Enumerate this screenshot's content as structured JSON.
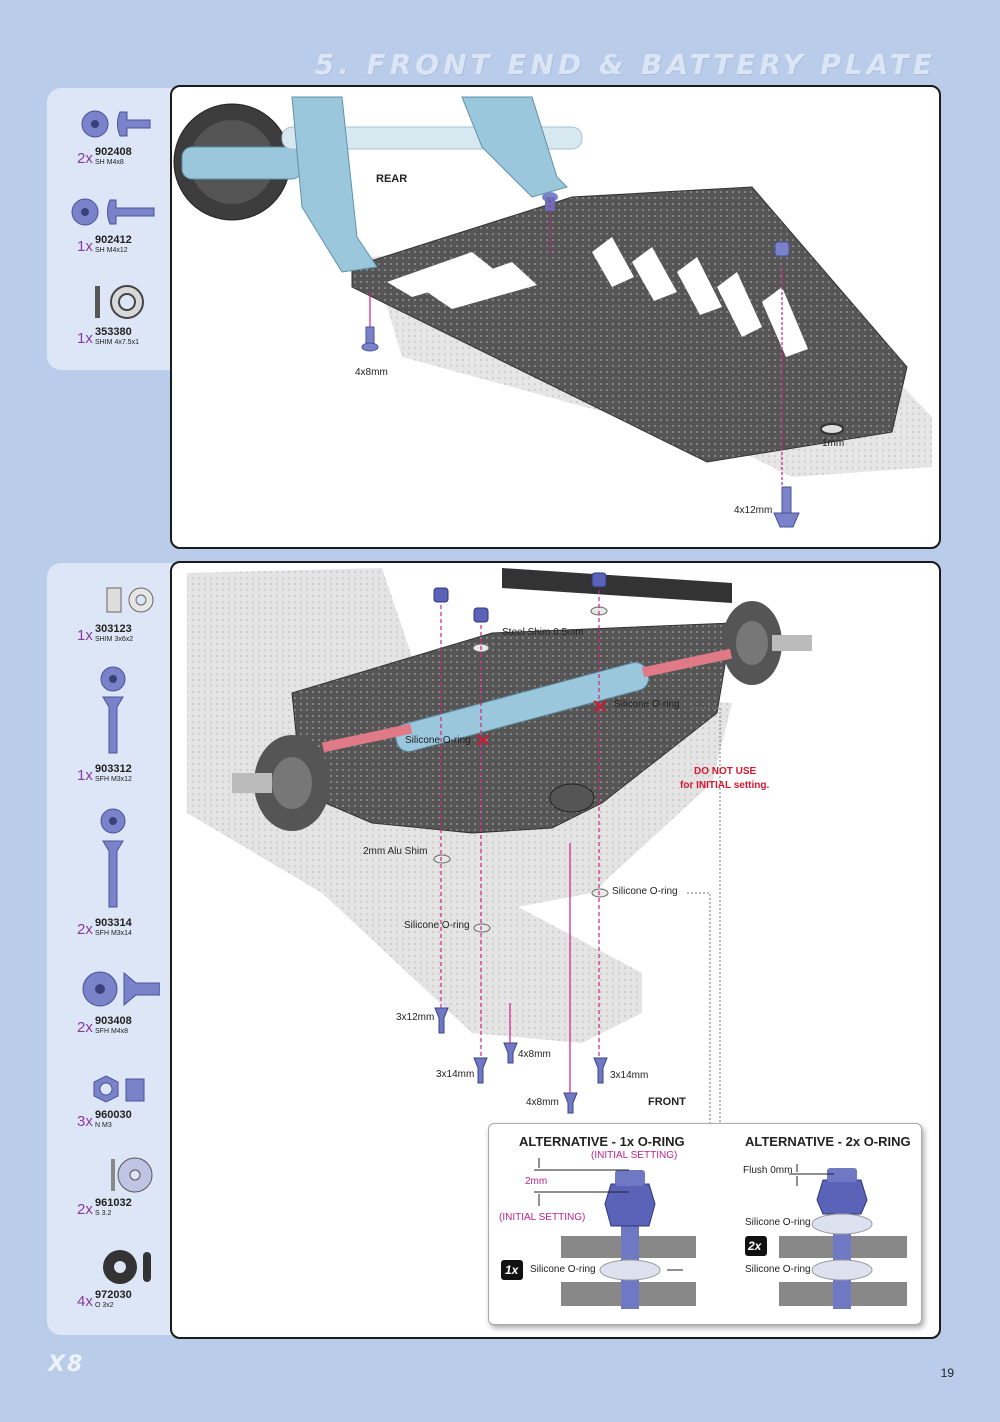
{
  "header": {
    "title": "5. FRONT END & BATTERY PLATE"
  },
  "footer": {
    "brand": "X8",
    "page_number": "19"
  },
  "section1": {
    "parts": [
      {
        "qty": "2x",
        "number": "902408",
        "desc": "SH M4x8",
        "icon": "button-head-screw-icon"
      },
      {
        "qty": "1x",
        "number": "902412",
        "desc": "SH M4x12",
        "icon": "button-head-screw-icon"
      },
      {
        "qty": "1x",
        "number": "353380",
        "desc": "SHIM 4x7.5x1",
        "icon": "shim-icon"
      }
    ],
    "labels": {
      "rear": "REAR",
      "screw1": "4x8mm",
      "shim": "1mm",
      "screw2": "4x12mm"
    }
  },
  "section2": {
    "parts": [
      {
        "qty": "1x",
        "number": "303123",
        "desc": "SHIM 3x6x2",
        "icon": "shim-icon"
      },
      {
        "qty": "1x",
        "number": "903312",
        "desc": "SFH M3x12",
        "icon": "flat-head-screw-icon"
      },
      {
        "qty": "2x",
        "number": "903314",
        "desc": "SFH M3x14",
        "icon": "flat-head-screw-icon"
      },
      {
        "qty": "2x",
        "number": "903408",
        "desc": "SFH M4x8",
        "icon": "flat-head-screw-icon"
      },
      {
        "qty": "3x",
        "number": "960030",
        "desc": "N M3",
        "icon": "nut-icon"
      },
      {
        "qty": "2x",
        "number": "961032",
        "desc": "S 3.2",
        "icon": "washer-icon"
      },
      {
        "qty": "4x",
        "number": "972030",
        "desc": "O 3x2",
        "icon": "o-ring-icon"
      }
    ],
    "labels": {
      "steel_shim": "Steel Shim 0.5mm",
      "oring_right": "Silicone O-ring",
      "oring_left": "Silicone O-ring",
      "do_not_use_1": "DO NOT USE",
      "do_not_use_2": "for INITIAL setting.",
      "alu_shim": "2mm Alu Shim",
      "oring_mid": "Silicone O-ring",
      "oring_low": "Silicone O-ring",
      "s3x12": "3x12mm",
      "s4x8a": "4x8mm",
      "s3x14a": "3x14mm",
      "s3x14b": "3x14mm",
      "s4x8b": "4x8mm",
      "front": "FRONT"
    },
    "alternatives": {
      "alt1": {
        "title": "ALTERNATIVE - 1x O-RING",
        "initial_top": "(INITIAL SETTING)",
        "dim": "2mm",
        "initial_left": "(INITIAL SETTING)",
        "badge": "1x",
        "oring": "Silicone O-ring"
      },
      "alt2": {
        "title": "ALTERNATIVE - 2x O-RING",
        "flush": "Flush 0mm",
        "badge": "2x",
        "oring_top": "Silicone O-ring",
        "oring_bottom": "Silicone O-ring"
      }
    }
  }
}
